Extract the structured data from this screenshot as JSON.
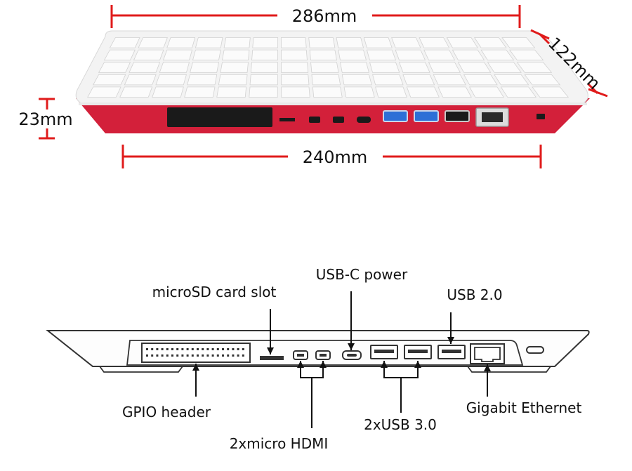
{
  "dimensions": {
    "width_top": "286mm",
    "depth": "122mm",
    "height": "23mm",
    "width_bottom": "240mm"
  },
  "ports": {
    "microsd": "microSD card slot",
    "usbc_power": "USB-C power",
    "usb2": "USB 2.0",
    "gpio": "GPIO header",
    "hdmi": "2xmicro HDMI",
    "usb3": "2xUSB 3.0",
    "ethernet": "Gigabit Ethernet"
  },
  "colors": {
    "dimension_lines": "#e01b1b",
    "case_red": "#d3203a",
    "case_white": "#f4f4f4",
    "usb3_blue": "#2d6fd6",
    "outline": "#333333"
  }
}
